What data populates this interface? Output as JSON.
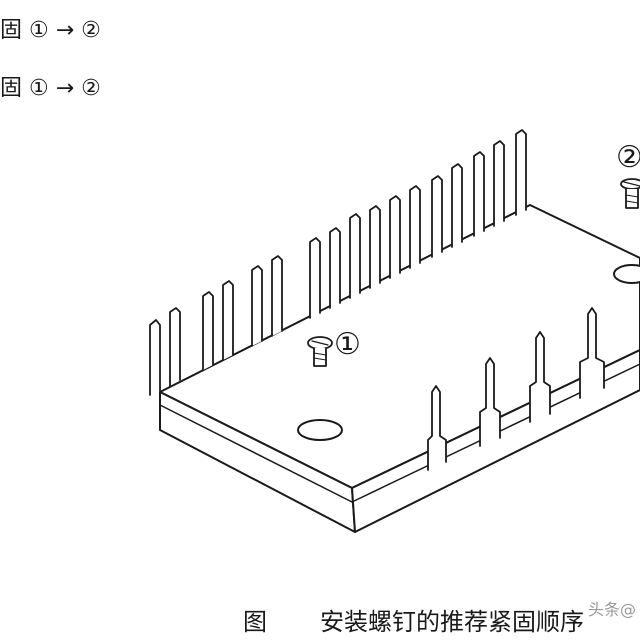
{
  "instructions": [
    {
      "text": "固 ① → ②"
    },
    {
      "text": "固 ① → ②"
    }
  ],
  "diagram": {
    "screw_labels": [
      "①",
      "②"
    ]
  },
  "caption": {
    "figure_label": "图",
    "title": "安装螺钉的推荐紧固顺序"
  },
  "watermark": "头条@",
  "colors": {
    "line": "#1a1a1a",
    "background": "#ffffff"
  }
}
